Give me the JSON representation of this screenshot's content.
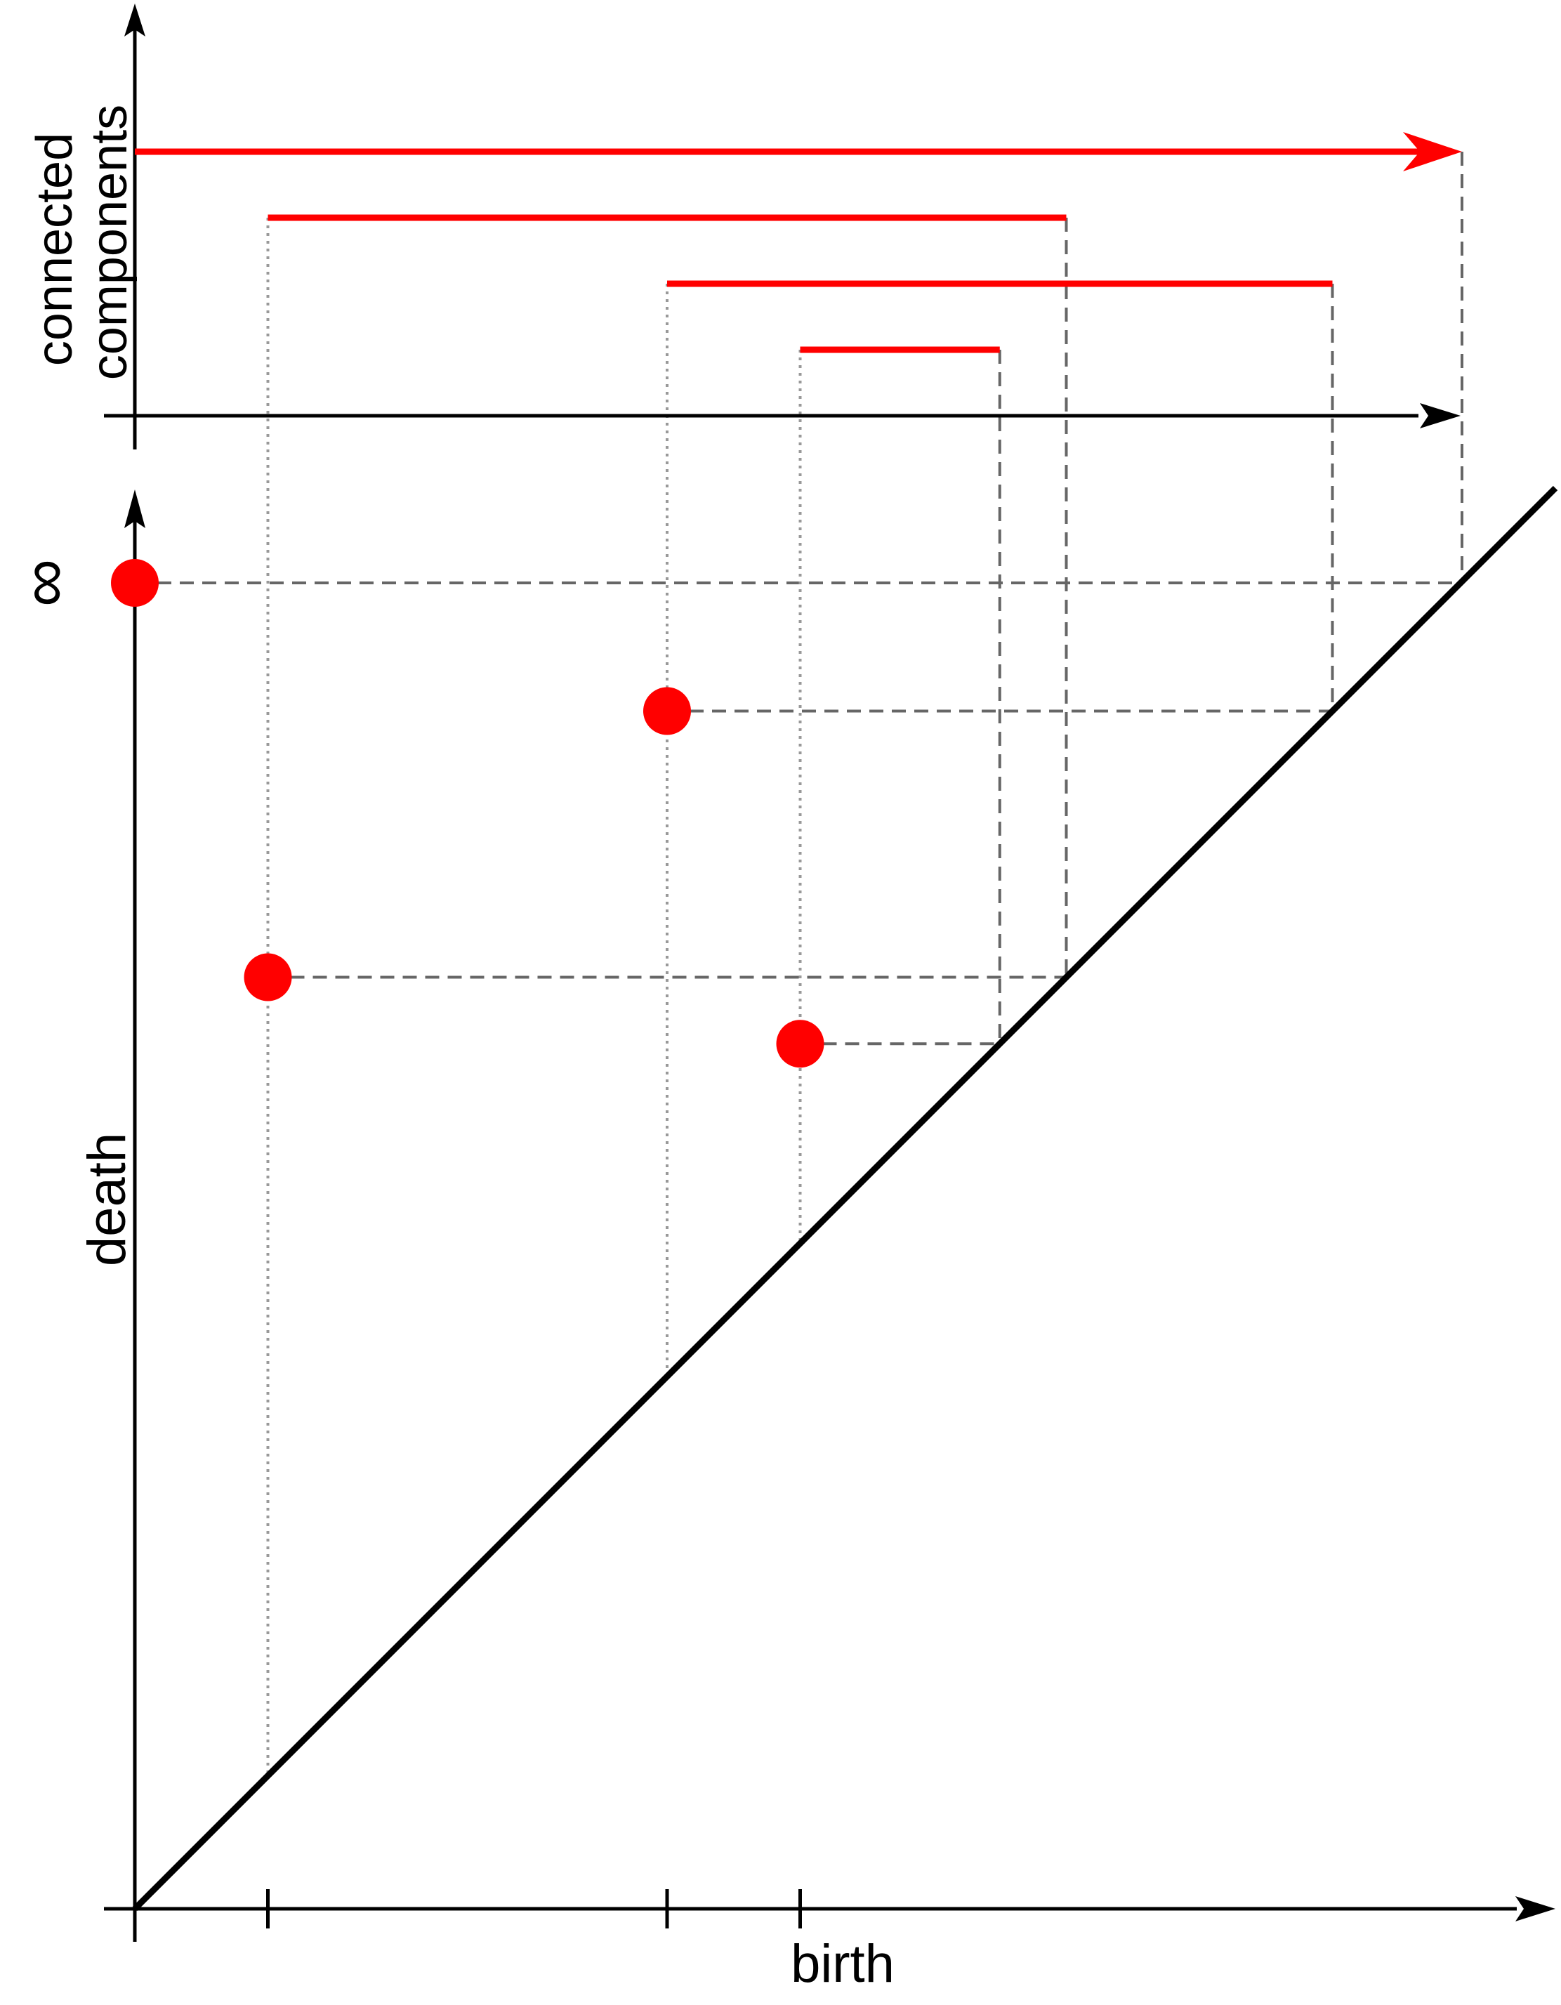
{
  "labels": {
    "barcode_axis": [
      "connected",
      "components"
    ],
    "death_axis": "death",
    "birth_axis": "birth",
    "infinity": "∞"
  },
  "colors": {
    "feature": "#ff0000",
    "axis": "#000000",
    "guide": "#666666",
    "dotted": "#999999"
  },
  "chart_data": [
    {
      "type": "barcode",
      "ylabel": "connected components",
      "bars": [
        {
          "birth": 0,
          "death": "infinity"
        },
        {
          "birth": 1,
          "death": 7
        },
        {
          "birth": 4,
          "death": 9
        },
        {
          "birth": 5,
          "death": 6.5
        }
      ]
    },
    {
      "type": "scatter",
      "xlabel": "birth",
      "ylabel": "death",
      "diagonal": true,
      "x_ticks": [
        1,
        4,
        5
      ],
      "points": [
        {
          "birth": 0,
          "death": "infinity"
        },
        {
          "birth": 1,
          "death": 7
        },
        {
          "birth": 4,
          "death": 9
        },
        {
          "birth": 5,
          "death": 6.5
        }
      ]
    }
  ]
}
